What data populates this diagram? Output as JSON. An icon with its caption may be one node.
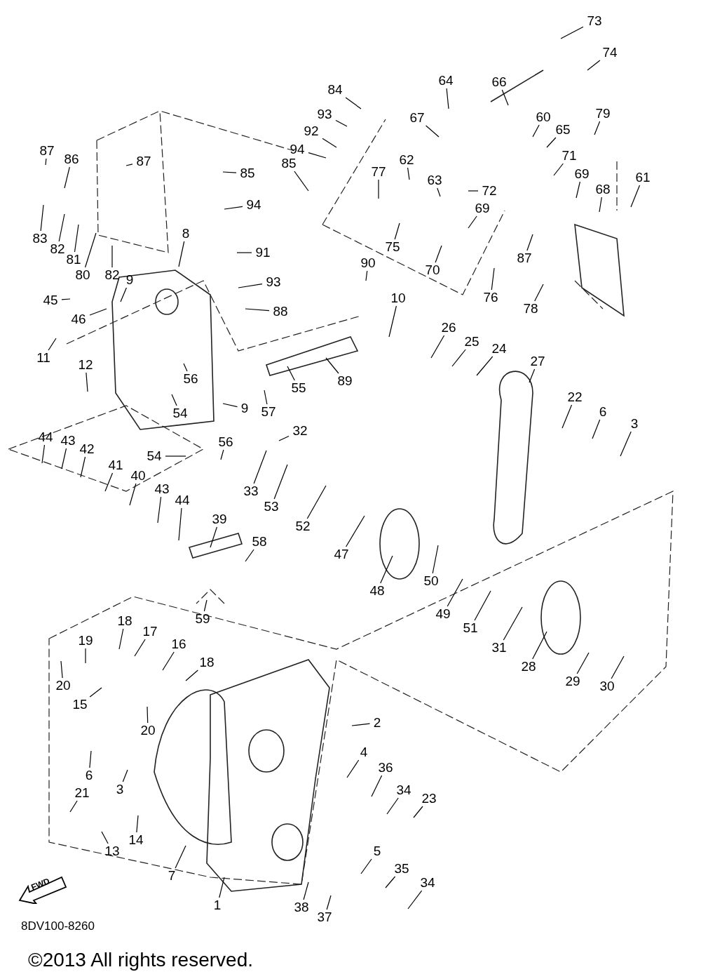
{
  "diagram": {
    "nodes": [
      {
        "text": [
          "73"
        ]
      },
      {
        "text": [
          "74"
        ]
      },
      {
        "text": [
          "84"
        ]
      },
      {
        "text": [
          "64"
        ]
      },
      {
        "text": [
          "66"
        ]
      },
      {
        "text": [
          "93"
        ]
      },
      {
        "text": [
          "60"
        ]
      },
      {
        "text": [
          "65"
        ]
      },
      {
        "text": [
          "79"
        ]
      },
      {
        "text": [
          "67"
        ]
      },
      {
        "text": [
          "92"
        ]
      },
      {
        "text": [
          "87"
        ]
      },
      {
        "text": [
          "86"
        ]
      },
      {
        "text": [
          "87"
        ]
      },
      {
        "text": [
          "94"
        ]
      },
      {
        "text": [
          "85"
        ]
      },
      {
        "text": [
          "85"
        ]
      },
      {
        "text": [
          "77"
        ]
      },
      {
        "text": [
          "62"
        ]
      },
      {
        "text": [
          "71"
        ]
      },
      {
        "text": [
          "63"
        ]
      },
      {
        "text": [
          "72"
        ]
      },
      {
        "text": [
          "69"
        ]
      },
      {
        "text": [
          "68"
        ]
      },
      {
        "text": [
          "61"
        ]
      },
      {
        "text": [
          "94"
        ]
      },
      {
        "text": [
          "69"
        ]
      },
      {
        "text": [
          "83"
        ]
      },
      {
        "text": [
          "82"
        ]
      },
      {
        "text": [
          "81"
        ]
      },
      {
        "text": [
          "80"
        ]
      },
      {
        "text": [
          "82"
        ]
      },
      {
        "text": [
          "8"
        ]
      },
      {
        "text": [
          "91"
        ]
      },
      {
        "text": [
          "75"
        ]
      },
      {
        "text": [
          "70"
        ]
      },
      {
        "text": [
          "87"
        ]
      },
      {
        "text": [
          "90"
        ]
      },
      {
        "text": [
          "93"
        ]
      },
      {
        "text": [
          "45"
        ]
      },
      {
        "text": [
          "9"
        ]
      },
      {
        "text": [
          "46"
        ]
      },
      {
        "text": [
          "88"
        ]
      },
      {
        "text": [
          "76"
        ]
      },
      {
        "text": [
          "78"
        ]
      },
      {
        "text": [
          "10"
        ]
      },
      {
        "text": [
          "11"
        ]
      },
      {
        "text": [
          "26"
        ]
      },
      {
        "text": [
          "25"
        ]
      },
      {
        "text": [
          "24"
        ]
      },
      {
        "text": [
          "55"
        ]
      },
      {
        "text": [
          "89"
        ]
      },
      {
        "text": [
          "56"
        ]
      },
      {
        "text": [
          "27"
        ]
      },
      {
        "text": [
          "12"
        ]
      },
      {
        "text": [
          "22"
        ]
      },
      {
        "text": [
          "6"
        ]
      },
      {
        "text": [
          "3"
        ]
      },
      {
        "text": [
          "57"
        ]
      },
      {
        "text": [
          "9"
        ]
      },
      {
        "text": [
          "54"
        ]
      },
      {
        "text": [
          "32"
        ]
      },
      {
        "text": [
          "44"
        ]
      },
      {
        "text": [
          "43"
        ]
      },
      {
        "text": [
          "42"
        ]
      },
      {
        "text": [
          "41"
        ]
      },
      {
        "text": [
          "54"
        ]
      },
      {
        "text": [
          "56"
        ]
      },
      {
        "text": [
          "40"
        ]
      },
      {
        "text": [
          "33"
        ]
      },
      {
        "text": [
          "53"
        ]
      },
      {
        "text": [
          "52"
        ]
      },
      {
        "text": [
          "43"
        ]
      },
      {
        "text": [
          "44"
        ]
      },
      {
        "text": [
          "39"
        ]
      },
      {
        "text": [
          "47"
        ]
      },
      {
        "text": [
          "58"
        ]
      },
      {
        "text": [
          "50"
        ]
      },
      {
        "text": [
          "48"
        ]
      },
      {
        "text": [
          "49"
        ]
      },
      {
        "text": [
          "51"
        ]
      },
      {
        "text": [
          "31"
        ]
      },
      {
        "text": [
          "28"
        ]
      },
      {
        "text": [
          "29"
        ]
      },
      {
        "text": [
          "30"
        ]
      },
      {
        "text": [
          "59"
        ]
      },
      {
        "text": [
          "18"
        ]
      },
      {
        "text": [
          "17"
        ]
      },
      {
        "text": [
          "16"
        ]
      },
      {
        "text": [
          "19"
        ]
      },
      {
        "text": [
          "18"
        ]
      },
      {
        "text": [
          "20"
        ]
      },
      {
        "text": [
          "15"
        ]
      },
      {
        "text": [
          "20"
        ]
      },
      {
        "text": [
          "2"
        ]
      },
      {
        "text": [
          "6"
        ]
      },
      {
        "text": [
          "4"
        ]
      },
      {
        "text": [
          "36"
        ]
      },
      {
        "text": [
          "3"
        ]
      },
      {
        "text": [
          "34"
        ]
      },
      {
        "text": [
          "23"
        ]
      },
      {
        "text": [
          "21"
        ]
      },
      {
        "text": [
          "14"
        ]
      },
      {
        "text": [
          "13"
        ]
      },
      {
        "text": [
          "7"
        ]
      },
      {
        "text": [
          "5"
        ]
      },
      {
        "text": [
          "35"
        ]
      },
      {
        "text": [
          "34"
        ]
      },
      {
        "text": [
          "1"
        ]
      },
      {
        "text": [
          "38"
        ]
      },
      {
        "text": [
          "37"
        ]
      }
    ],
    "edges": [
      {
        "from": 0,
        "to": null,
        "arrow": "none"
      },
      {
        "from": 1,
        "to": null,
        "arrow": "none"
      },
      {
        "from": 2,
        "to": null,
        "arrow": "none"
      },
      {
        "from": 3,
        "to": null,
        "arrow": "none"
      },
      {
        "from": 4,
        "to": null,
        "arrow": "none"
      },
      {
        "from": 5,
        "to": null,
        "arrow": "none"
      },
      {
        "from": 6,
        "to": null,
        "arrow": "none"
      },
      {
        "from": 7,
        "to": null,
        "arrow": "none"
      },
      {
        "from": 8,
        "to": null,
        "arrow": "none"
      },
      {
        "from": 9,
        "to": null,
        "arrow": "none"
      },
      {
        "from": 10,
        "to": null,
        "arrow": "none"
      },
      {
        "from": 11,
        "to": null,
        "arrow": "none"
      },
      {
        "from": 12,
        "to": null,
        "arrow": "none"
      },
      {
        "from": 13,
        "to": null,
        "arrow": "none"
      },
      {
        "from": 14,
        "to": null,
        "arrow": "none"
      },
      {
        "from": 15,
        "to": null,
        "arrow": "none"
      },
      {
        "from": 16,
        "to": null,
        "arrow": "none"
      },
      {
        "from": 17,
        "to": null,
        "arrow": "none"
      },
      {
        "from": 18,
        "to": null,
        "arrow": "none"
      },
      {
        "from": 19,
        "to": null,
        "arrow": "none"
      },
      {
        "from": 20,
        "to": null,
        "arrow": "none"
      },
      {
        "from": 21,
        "to": null,
        "arrow": "none"
      },
      {
        "from": 22,
        "to": null,
        "arrow": "none"
      },
      {
        "from": 23,
        "to": null,
        "arrow": "none"
      },
      {
        "from": 24,
        "to": null,
        "arrow": "none"
      },
      {
        "from": 25,
        "to": null,
        "arrow": "none"
      },
      {
        "from": 26,
        "to": null,
        "arrow": "none"
      },
      {
        "from": 27,
        "to": null,
        "arrow": "none"
      },
      {
        "from": 28,
        "to": null,
        "arrow": "none"
      },
      {
        "from": 29,
        "to": null,
        "arrow": "none"
      },
      {
        "from": 30,
        "to": null,
        "arrow": "none"
      },
      {
        "from": 31,
        "to": null,
        "arrow": "none"
      },
      {
        "from": 32,
        "to": null,
        "arrow": "none"
      },
      {
        "from": 33,
        "to": null,
        "arrow": "none"
      },
      {
        "from": 34,
        "to": null,
        "arrow": "none"
      },
      {
        "from": 35,
        "to": null,
        "arrow": "none"
      },
      {
        "from": 36,
        "to": null,
        "arrow": "none"
      },
      {
        "from": 37,
        "to": null,
        "arrow": "none"
      },
      {
        "from": 38,
        "to": null,
        "arrow": "none"
      },
      {
        "from": 39,
        "to": null,
        "arrow": "none"
      },
      {
        "from": 40,
        "to": null,
        "arrow": "none"
      },
      {
        "from": 41,
        "to": null,
        "arrow": "none"
      },
      {
        "from": 42,
        "to": null,
        "arrow": "none"
      },
      {
        "from": 43,
        "to": null,
        "arrow": "none"
      },
      {
        "from": 44,
        "to": null,
        "arrow": "none"
      },
      {
        "from": 45,
        "to": null,
        "arrow": "none"
      },
      {
        "from": 46,
        "to": null,
        "arrow": "none"
      },
      {
        "from": 47,
        "to": null,
        "arrow": "none"
      },
      {
        "from": 48,
        "to": null,
        "arrow": "none"
      },
      {
        "from": 49,
        "to": null,
        "arrow": "none"
      },
      {
        "from": 50,
        "to": null,
        "arrow": "none"
      },
      {
        "from": 51,
        "to": null,
        "arrow": "none"
      },
      {
        "from": 52,
        "to": null,
        "arrow": "none"
      },
      {
        "from": 53,
        "to": null,
        "arrow": "none"
      },
      {
        "from": 54,
        "to": null,
        "arrow": "none"
      },
      {
        "from": 55,
        "to": null,
        "arrow": "none"
      },
      {
        "from": 56,
        "to": null,
        "arrow": "none"
      },
      {
        "from": 57,
        "to": null,
        "arrow": "none"
      },
      {
        "from": 58,
        "to": null,
        "arrow": "none"
      },
      {
        "from": 59,
        "to": null,
        "arrow": "none"
      },
      {
        "from": 60,
        "to": null,
        "arrow": "none"
      },
      {
        "from": 61,
        "to": null,
        "arrow": "none"
      },
      {
        "from": 62,
        "to": null,
        "arrow": "none"
      },
      {
        "from": 63,
        "to": null,
        "arrow": "none"
      },
      {
        "from": 64,
        "to": null,
        "arrow": "none"
      },
      {
        "from": 65,
        "to": null,
        "arrow": "none"
      },
      {
        "from": 66,
        "to": null,
        "arrow": "none"
      },
      {
        "from": 67,
        "to": null,
        "arrow": "none"
      },
      {
        "from": 68,
        "to": null,
        "arrow": "none"
      },
      {
        "from": 69,
        "to": null,
        "arrow": "none"
      },
      {
        "from": 70,
        "to": null,
        "arrow": "none"
      },
      {
        "from": 71,
        "to": null,
        "arrow": "none"
      },
      {
        "from": 72,
        "to": null,
        "arrow": "none"
      },
      {
        "from": 73,
        "to": null,
        "arrow": "none"
      },
      {
        "from": 74,
        "to": null,
        "arrow": "none"
      },
      {
        "from": 75,
        "to": null,
        "arrow": "none"
      },
      {
        "from": 76,
        "to": null,
        "arrow": "none"
      },
      {
        "from": 77,
        "to": null,
        "arrow": "none"
      },
      {
        "from": 78,
        "to": null,
        "arrow": "none"
      },
      {
        "from": 79,
        "to": null,
        "arrow": "none"
      },
      {
        "from": 80,
        "to": null,
        "arrow": "none"
      },
      {
        "from": 81,
        "to": null,
        "arrow": "none"
      },
      {
        "from": 82,
        "to": null,
        "arrow": "none"
      },
      {
        "from": 83,
        "to": null,
        "arrow": "none"
      },
      {
        "from": 84,
        "to": null,
        "arrow": "none"
      },
      {
        "from": 85,
        "to": null,
        "arrow": "none"
      },
      {
        "from": 86,
        "to": null,
        "arrow": "none"
      },
      {
        "from": 87,
        "to": null,
        "arrow": "none"
      },
      {
        "from": 88,
        "to": null,
        "arrow": "none"
      },
      {
        "from": 89,
        "to": null,
        "arrow": "none"
      },
      {
        "from": 90,
        "to": null,
        "arrow": "none"
      },
      {
        "from": 91,
        "to": null,
        "arrow": "none"
      },
      {
        "from": 92,
        "to": null,
        "arrow": "none"
      },
      {
        "from": 93,
        "to": null,
        "arrow": "none"
      },
      {
        "from": 94,
        "to": null,
        "arrow": "none"
      },
      {
        "from": 95,
        "to": null,
        "arrow": "none"
      },
      {
        "from": 96,
        "to": null,
        "arrow": "none"
      },
      {
        "from": 97,
        "to": null,
        "arrow": "none"
      },
      {
        "from": 98,
        "to": null,
        "arrow": "none"
      },
      {
        "from": 99,
        "to": null,
        "arrow": "none"
      },
      {
        "from": 100,
        "to": null,
        "arrow": "none"
      },
      {
        "from": 101,
        "to": null,
        "arrow": "none"
      },
      {
        "from": 102,
        "to": null,
        "arrow": "none"
      },
      {
        "from": 103,
        "to": null,
        "arrow": "none"
      },
      {
        "from": 104,
        "to": null,
        "arrow": "none"
      },
      {
        "from": 105,
        "to": null,
        "arrow": "none"
      },
      {
        "from": 106,
        "to": null,
        "arrow": "none"
      },
      {
        "from": 107,
        "to": null,
        "arrow": "none"
      },
      {
        "from": 108,
        "to": null,
        "arrow": "none"
      },
      {
        "from": 109,
        "to": null,
        "arrow": "none"
      },
      {
        "from": 110,
        "to": null,
        "arrow": "none"
      }
    ],
    "labels": [
      "FWD",
      "8DV100-8260",
      "©2013 All rights reserved."
    ]
  }
}
